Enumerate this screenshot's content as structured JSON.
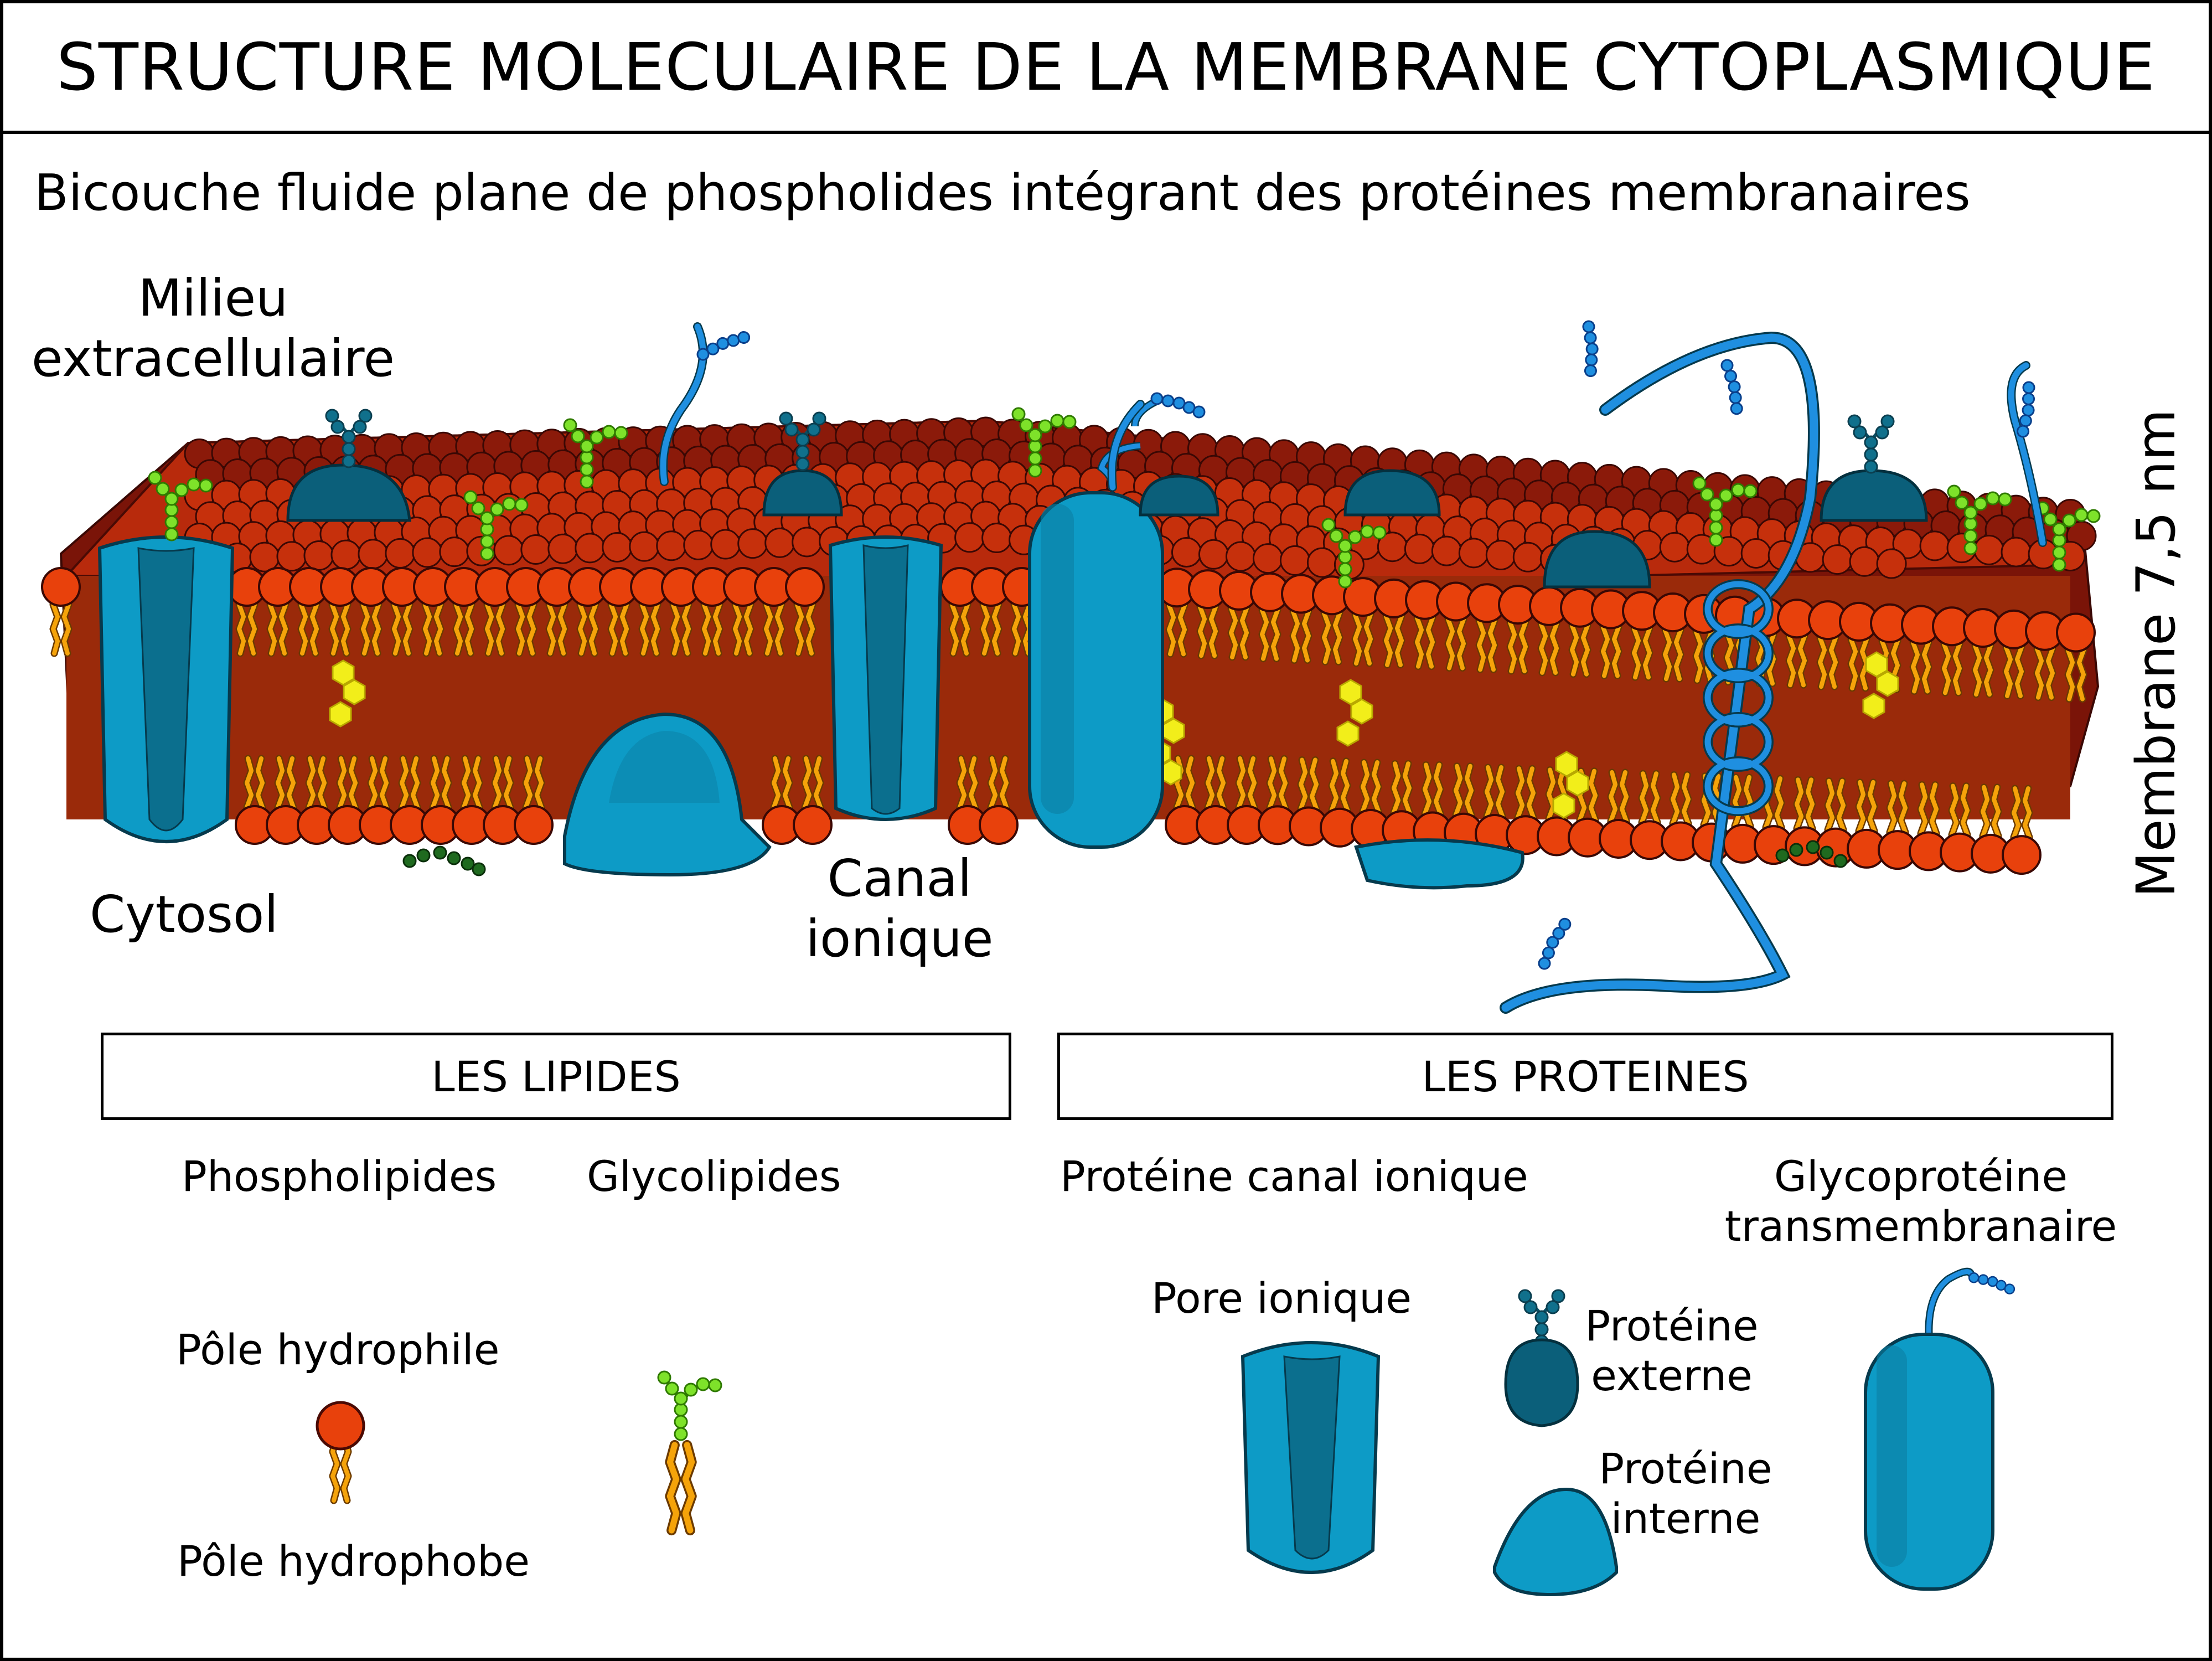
{
  "title": "STRUCTURE MOLECULAIRE DE LA MEMBRANE CYTOPLASMIQUE",
  "subtitle": "Bicouche fluide plane de phospholides intégrant des protéines membranaires",
  "diagram_labels": {
    "extracellular": [
      "Milieu",
      "extracellulaire"
    ],
    "cytosol": "Cytosol",
    "ion_channel": [
      "Canal",
      "ionique"
    ],
    "membrane_thickness": "Membrane 7,5 nm"
  },
  "legend": {
    "lipids": {
      "header": "LES LIPIDES",
      "phospholipids": "Phospholipides",
      "glycolipids": "Glycolipides",
      "hydrophilic_pole": "Pôle hydrophile",
      "hydrophobic_pole": "Pôle hydrophobe"
    },
    "proteins": {
      "header": "LES PROTEINES",
      "ion_channel_protein": "Protéine canal ionique",
      "glycoprotein": [
        "Glycoprotéine",
        "transmembranaire"
      ],
      "ion_pore": "Pore ionique",
      "external_protein": [
        "Protéine",
        "externe"
      ],
      "internal_protein": [
        "Protéine",
        "interne"
      ]
    }
  },
  "colors": {
    "head": "#e8410c",
    "head_dark": "#8b1a0a",
    "tail": "#f5a30a",
    "protein": "#0d9bc6",
    "protein_dark": "#0b5f7a",
    "glycan_green": "#7ee22a",
    "glycan_blue": "#1f8fe0",
    "cholesterol": "#f2ee1a"
  }
}
